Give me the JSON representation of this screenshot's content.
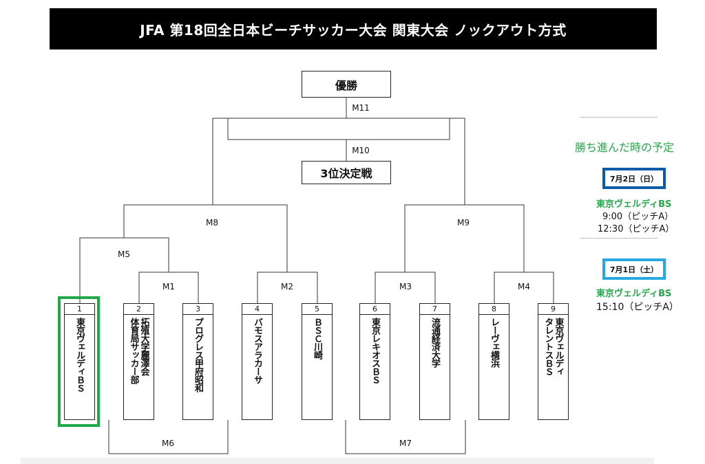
{
  "title": "JFA  第18回全日本ビーチサッカー大会  関東大会    ノックアウト方式",
  "final_label": "優勝",
  "third_label": "3位決定戦",
  "matches": {
    "m1": "M1",
    "m2": "M2",
    "m3": "M3",
    "m4": "M4",
    "m5": "M5",
    "m6": "M6",
    "m7": "M7",
    "m8": "M8",
    "m9": "M9",
    "m10": "M10",
    "m11": "M11"
  },
  "teams": [
    {
      "num": "1",
      "name": "東京ヴェルディＢＳ"
    },
    {
      "num": "2",
      "name": "拓殖大学麗澤会\n体育局サッカー部"
    },
    {
      "num": "3",
      "name": "プログレス甲府昭和"
    },
    {
      "num": "4",
      "name": "バモスアラカーサ"
    },
    {
      "num": "5",
      "name": "ＢＳＣ川崎"
    },
    {
      "num": "6",
      "name": "東京レキオスＢＳ"
    },
    {
      "num": "7",
      "name": "流通経済大学"
    },
    {
      "num": "8",
      "name": "レーヴェ横浜"
    },
    {
      "num": "9",
      "name": "東京ヴェルディ\nタレントスＢＳ"
    }
  ],
  "schedule": {
    "title": "勝ち進んだ時の予定",
    "day2": {
      "date": "7月2日（日）",
      "team": "東京ヴェルディBS",
      "times": [
        "9:00（ピッチA）",
        "12:30（ピッチA）"
      ],
      "border_color": "#0a5cab"
    },
    "day1": {
      "date": "7月1日（土）",
      "team": "東京ヴェルディBS",
      "times": [
        "15:10（ピッチA）"
      ],
      "border_color": "#28a8e0"
    }
  },
  "colors": {
    "highlight": "#1fa84a",
    "schedule_green": "#26a84a"
  }
}
